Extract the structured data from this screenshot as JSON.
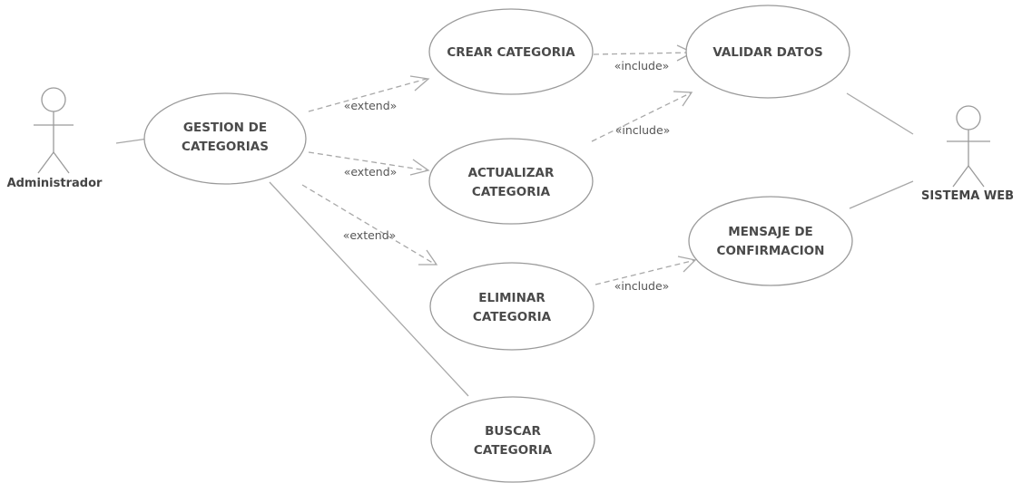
{
  "actors": {
    "administrador": "Administrador",
    "sistema_web": "SISTEMA WEB"
  },
  "use_cases": {
    "gestion_categorias": [
      "GESTION DE",
      "CATEGORIAS"
    ],
    "crear_categoria": [
      "CREAR CATEGORIA"
    ],
    "actualizar_categoria": [
      "ACTUALIZAR",
      "CATEGORIA"
    ],
    "eliminar_categoria": [
      "ELIMINAR",
      "CATEGORIA"
    ],
    "buscar_categoria": [
      "BUSCAR",
      "CATEGORIA"
    ],
    "validar_datos": [
      "VALIDAR DATOS"
    ],
    "mensaje_confirmacion": [
      "MENSAJE DE",
      "CONFIRMACION"
    ]
  },
  "relations": {
    "extend_crear": "«extend»",
    "extend_actualizar": "«extend»",
    "extend_eliminar": "«extend»",
    "include_crear_validar": "«include»",
    "include_actualizar_validar": "«include»",
    "include_eliminar_mensaje": "«include»"
  },
  "colors": {
    "stroke": "#9a9a9a",
    "text": "#4a4a4a",
    "background": "#ffffff"
  }
}
